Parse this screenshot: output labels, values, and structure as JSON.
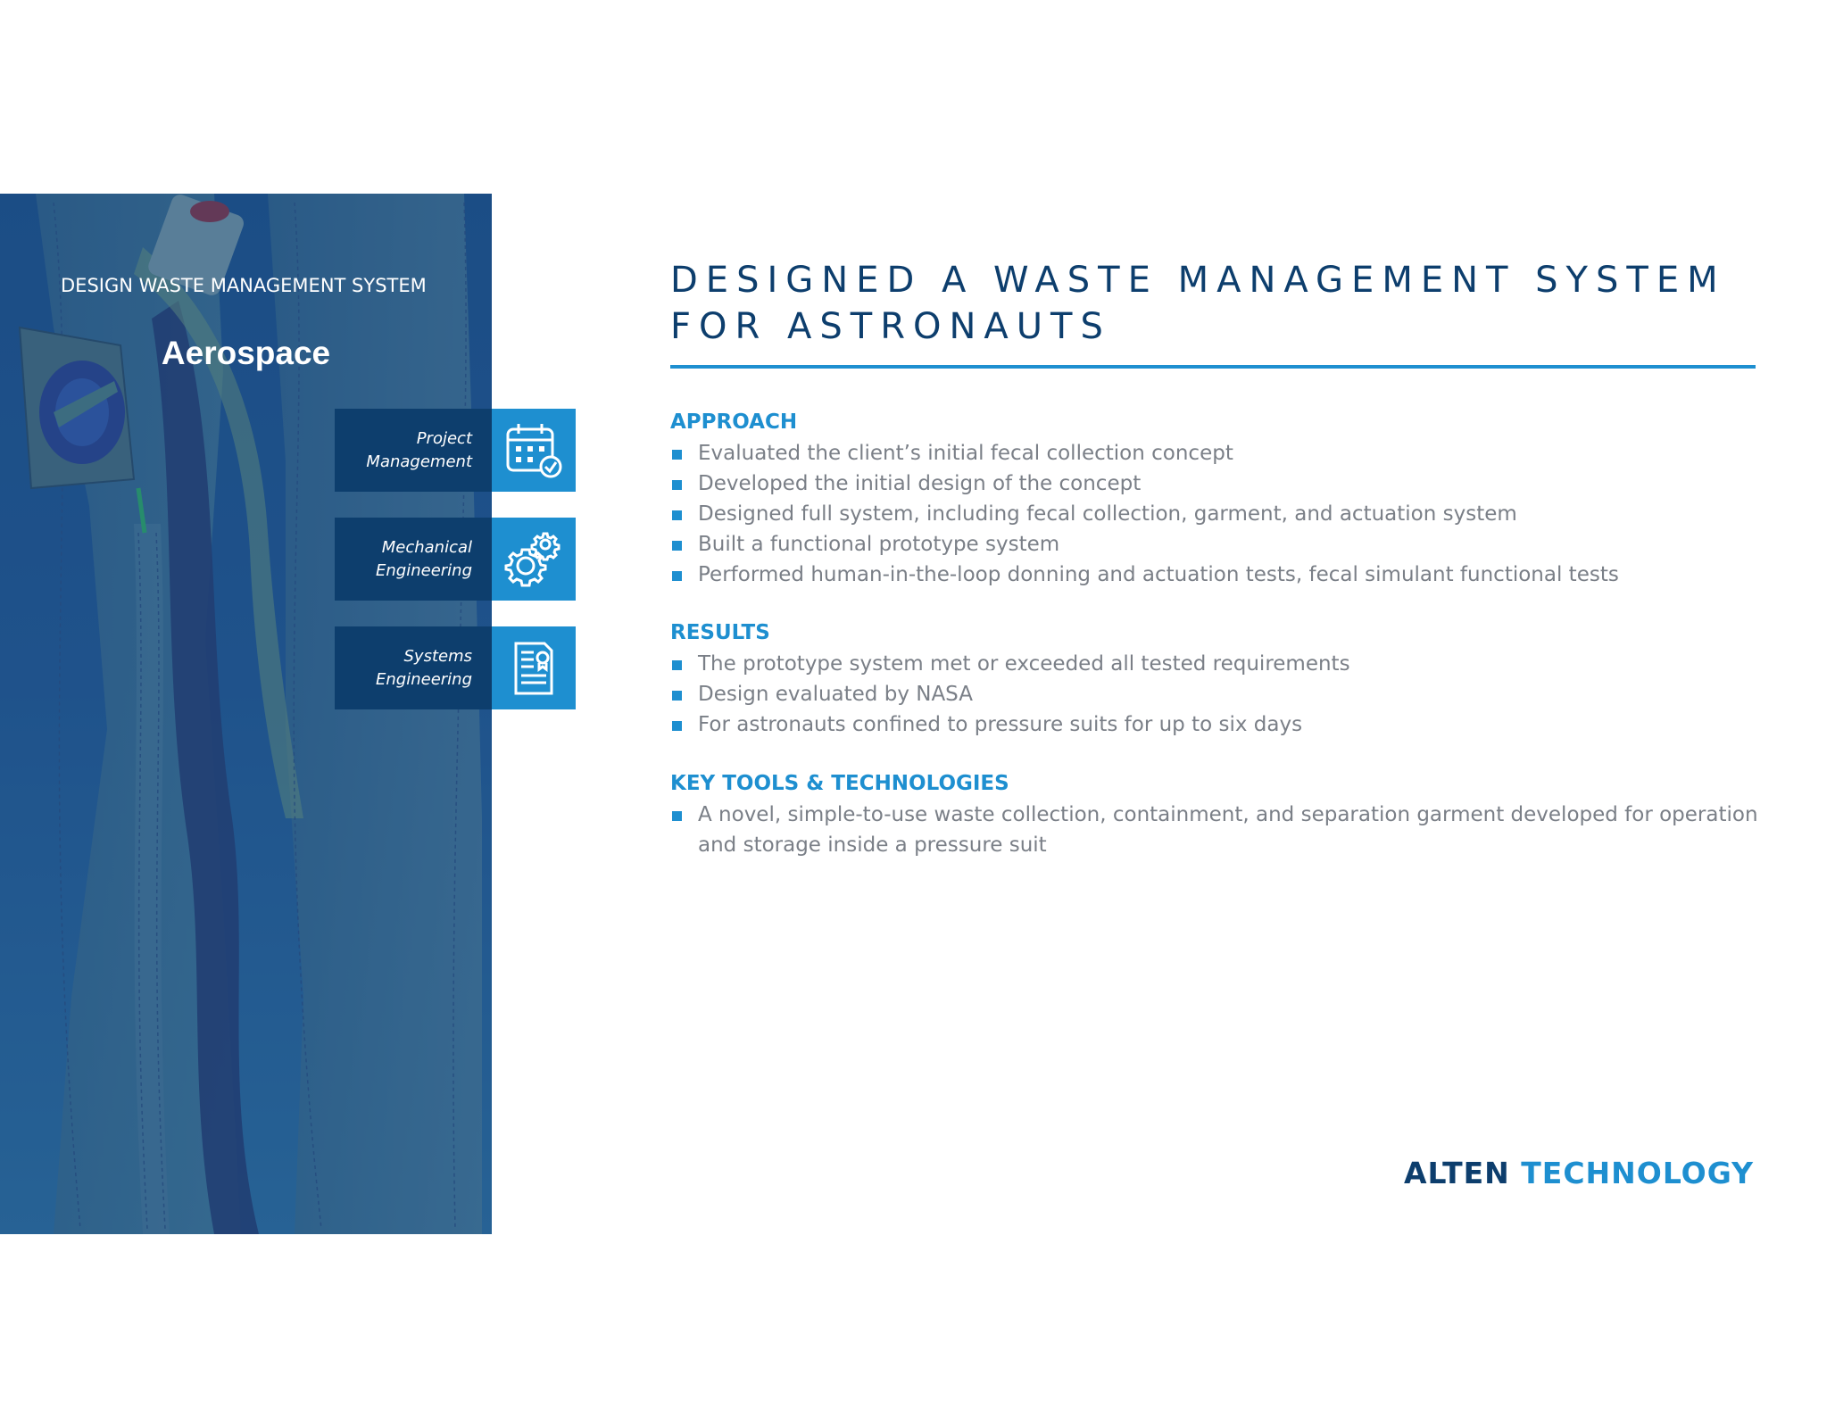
{
  "hero": {
    "kicker": "DESIGN WASTE MANAGEMENT SYSTEM",
    "title": "Aerospace",
    "capabilities": [
      {
        "line1": "Project",
        "line2": "Management",
        "icon": "calendar-check-icon"
      },
      {
        "line1": "Mechanical",
        "line2": "Engineering",
        "icon": "gears-icon"
      },
      {
        "line1": "Systems",
        "line2": "Engineering",
        "icon": "certificate-document-icon"
      }
    ]
  },
  "main": {
    "title": "DESIGNED A WASTE MANAGEMENT SYSTEM FOR ASTRONAUTS",
    "sections": [
      {
        "heading": "APPROACH",
        "items": [
          "Evaluated the client’s initial fecal collection concept",
          "Developed the initial design of the concept",
          "Designed full system, including fecal collection, garment, and actuation system",
          "Built a functional prototype system",
          "Performed human-in-the-loop donning and actuation tests, fecal simulant functional tests"
        ]
      },
      {
        "heading": "RESULTS",
        "items": [
          "The prototype system met or exceeded all tested requirements",
          "Design evaluated by NASA",
          "For astronauts confined to pressure suits for up to six days"
        ]
      },
      {
        "heading": "KEY TOOLS & TECHNOLOGIES",
        "items": [
          "A novel, simple-to-use waste collection, containment, and separation garment developed for operation and storage inside a pressure suit"
        ]
      }
    ]
  },
  "logo": {
    "part1": "ALTEN",
    "part2": "TECHNOLOGY"
  },
  "colors": {
    "navy": "#0d3e6d",
    "accent": "#1e8fd0",
    "body_text": "#7a7f87"
  }
}
